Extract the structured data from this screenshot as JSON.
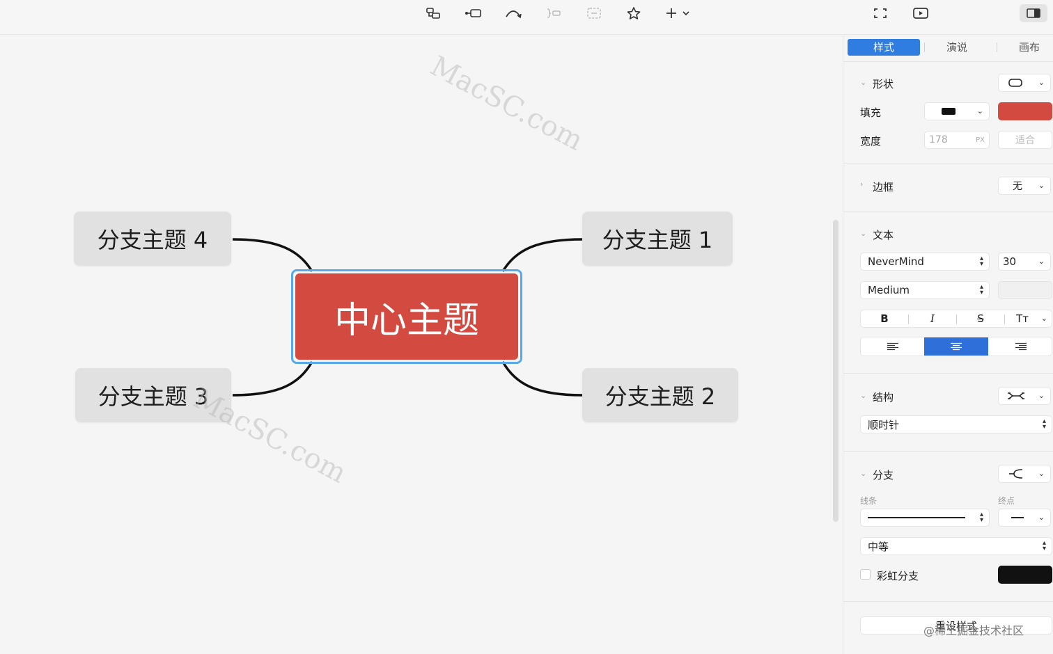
{
  "toolbar": {
    "icons": [
      "subtopic-icon",
      "insert-topic-icon",
      "relationship-icon",
      "summary-icon",
      "boundary-icon",
      "marker-star-icon",
      "add-icon",
      "fullscreen-icon",
      "present-icon",
      "panel-toggle-icon"
    ]
  },
  "canvas": {
    "center": "中心主题",
    "branches": [
      "分支主题 1",
      "分支主题 2",
      "分支主题 3",
      "分支主题 4"
    ],
    "center_color": "#d24a40",
    "selection_color": "#58a9e8"
  },
  "watermark": "MacSC.com",
  "panel": {
    "tabs": [
      "样式",
      "演说",
      "画布"
    ],
    "shape": {
      "title": "形状"
    },
    "fill": {
      "label": "填充",
      "color": "#d24a40"
    },
    "width": {
      "label": "宽度",
      "value": "178",
      "unit": "PX",
      "fit": "适合"
    },
    "border": {
      "title": "边框",
      "value": "无"
    },
    "text": {
      "title": "文本",
      "font": "NeverMind",
      "size": "30",
      "weight": "Medium",
      "bold": "B",
      "italic": "I",
      "strike": "S",
      "case": "Tт"
    },
    "structure": {
      "title": "结构",
      "direction": "顺时针"
    },
    "branch": {
      "title": "分支",
      "line_label": "线条",
      "end_label": "终点",
      "thickness": "中等",
      "rainbow": "彩虹分支",
      "color": "#111111"
    },
    "reset": "重设样式"
  },
  "footer_watermark": "@稀土掘金技术社区"
}
